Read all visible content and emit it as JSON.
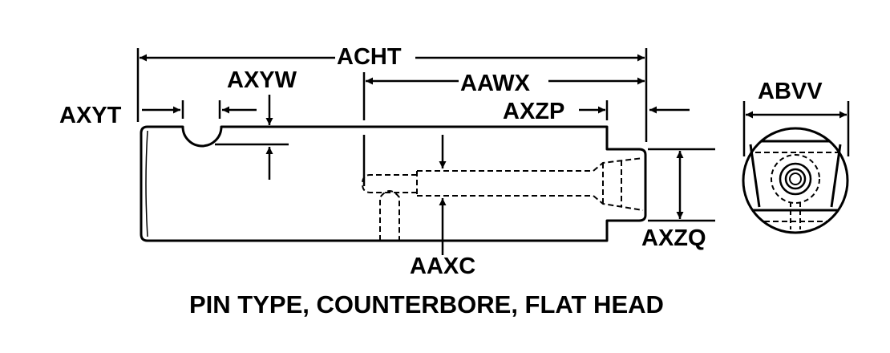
{
  "labels": {
    "acht": "ACHT",
    "axyw": "AXYW",
    "aawx": "AAWX",
    "axyt": "AXYT",
    "axzp": "AXZP",
    "abvv": "ABVV",
    "axzq": "AXZQ",
    "aaxc": "AAXC"
  },
  "caption": "PIN TYPE, COUNTERBORE, FLAT HEAD",
  "colors": {
    "ink": "#000000",
    "paper": "#ffffff"
  }
}
